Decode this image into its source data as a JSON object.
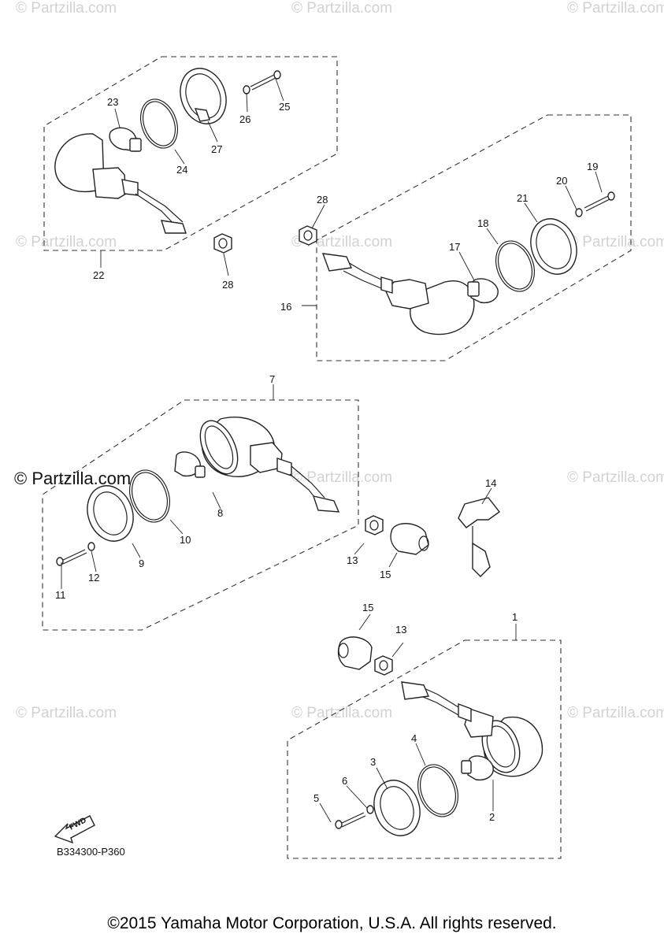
{
  "watermarks": {
    "text": "© Partzilla.com",
    "primary_text": "© Partzilla.com"
  },
  "callouts": [
    "1",
    "2",
    "3",
    "4",
    "5",
    "6",
    "7",
    "8",
    "9",
    "10",
    "11",
    "12",
    "13",
    "13",
    "14",
    "15",
    "15",
    "16",
    "17",
    "18",
    "19",
    "20",
    "21",
    "22",
    "23",
    "24",
    "25",
    "26",
    "27",
    "28",
    "28"
  ],
  "drawing_code": "B334300-P360",
  "fwd_label": "FWD",
  "copyright": "©2015 Yamaha Motor Corporation, U.S.A. All rights reserved."
}
